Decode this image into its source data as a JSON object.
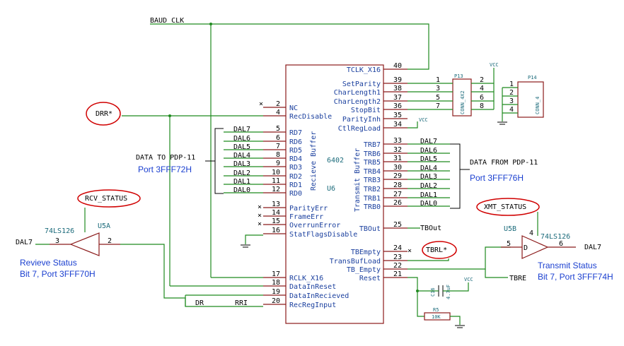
{
  "baud_clk": "BAUD_CLK",
  "u6": {
    "ref": "U6",
    "value": "6402",
    "rx_title": "Recieve Buffer",
    "tx_title": "Transmit Buffer",
    "left_pins": [
      {
        "num": "2",
        "name": "NC"
      },
      {
        "num": "4",
        "name": "RecDisable"
      },
      {
        "num": "5",
        "name": "RD7"
      },
      {
        "num": "6",
        "name": "RD6"
      },
      {
        "num": "7",
        "name": "RD5"
      },
      {
        "num": "8",
        "name": "RD4"
      },
      {
        "num": "9",
        "name": "RD3"
      },
      {
        "num": "10",
        "name": "RD2"
      },
      {
        "num": "11",
        "name": "RD1"
      },
      {
        "num": "12",
        "name": "RD0"
      },
      {
        "num": "13",
        "name": "ParityErr"
      },
      {
        "num": "14",
        "name": "FrameErr"
      },
      {
        "num": "15",
        "name": "OverrunError"
      },
      {
        "num": "16",
        "name": "StatFlagsDisable"
      },
      {
        "num": "17",
        "name": "RCLK_X16"
      },
      {
        "num": "18",
        "name": "DataInReset"
      },
      {
        "num": "19",
        "name": "DataInRecieved"
      },
      {
        "num": "20",
        "name": "RecRegInput"
      }
    ],
    "right_pins": [
      {
        "num": "40",
        "name": "TCLK_X16"
      },
      {
        "num": "39",
        "name": "SetParity"
      },
      {
        "num": "38",
        "name": "CharLength1"
      },
      {
        "num": "37",
        "name": "CharLength2"
      },
      {
        "num": "36",
        "name": "StopBit"
      },
      {
        "num": "35",
        "name": "ParityInh"
      },
      {
        "num": "34",
        "name": "CtlRegLoad"
      },
      {
        "num": "33",
        "name": "TRB7"
      },
      {
        "num": "32",
        "name": "TRB6"
      },
      {
        "num": "31",
        "name": "TRB5"
      },
      {
        "num": "30",
        "name": "TRB4"
      },
      {
        "num": "29",
        "name": "TRB3"
      },
      {
        "num": "28",
        "name": "TRB2"
      },
      {
        "num": "27",
        "name": "TRB1"
      },
      {
        "num": "26",
        "name": "TRB0"
      },
      {
        "num": "25",
        "name": "TBOut"
      },
      {
        "num": "24",
        "name": "TBEmpty"
      },
      {
        "num": "23",
        "name": "TransBufLoad"
      },
      {
        "num": "22",
        "name": "TB_Empty"
      },
      {
        "num": "21",
        "name": "Reset"
      }
    ]
  },
  "rx_bus_labels": [
    "DAL7",
    "DAL6",
    "DAL5",
    "DAL4",
    "DAL3",
    "DAL2",
    "DAL1",
    "DAL0"
  ],
  "tx_bus_labels": [
    "DAL7",
    "DAL6",
    "DAL5",
    "DAL4",
    "DAL3",
    "DAL2",
    "DAL1",
    "DAL0"
  ],
  "tbout_label": "TBOut",
  "data_to": {
    "line1": "DATA TO PDP-11",
    "line2": "Port 3FFF72H"
  },
  "data_from": {
    "line1": "DATA FROM PDP-11",
    "line2": "Port 3FFF76H"
  },
  "drr": "DRR*",
  "tbrl": "TBRL*",
  "rcv_status": "RCV_STATUS",
  "xmt_status": "XMT_STATUS",
  "u5a": {
    "ref": "U5A",
    "value": "74LS126",
    "in_pin": "3",
    "out_pin": "2",
    "in_net": "DAL7"
  },
  "u5b": {
    "ref": "U5B",
    "value": "74LS126",
    "in_pin": "5",
    "out_pin": "6",
    "en_pin": "4",
    "out_net": "DAL7",
    "in_net": "TBRE",
    "d_label": "D",
    "en_mark": "4"
  },
  "recv_status": {
    "line1": "Revieve Status",
    "line2": "Bit 7, Port 3FFF70H"
  },
  "xmit_status": {
    "line1": "Transmit Status",
    "line2": "Bit 7, Port 3FFF74H"
  },
  "dr": "DR",
  "rri": "RRI",
  "p13": {
    "ref": "P13",
    "value": "CONN_4X2",
    "left": [
      "1",
      "3",
      "5",
      "7"
    ],
    "right": [
      "2",
      "4",
      "6",
      "8"
    ]
  },
  "p14": {
    "ref": "P14",
    "value": "CONN_4",
    "pins": [
      "1",
      "2",
      "3",
      "4"
    ]
  },
  "vcc": "VCC",
  "c16": {
    "ref": "C16",
    "value": "4.7uF"
  },
  "r5": {
    "ref": "R5",
    "value": "10K"
  }
}
